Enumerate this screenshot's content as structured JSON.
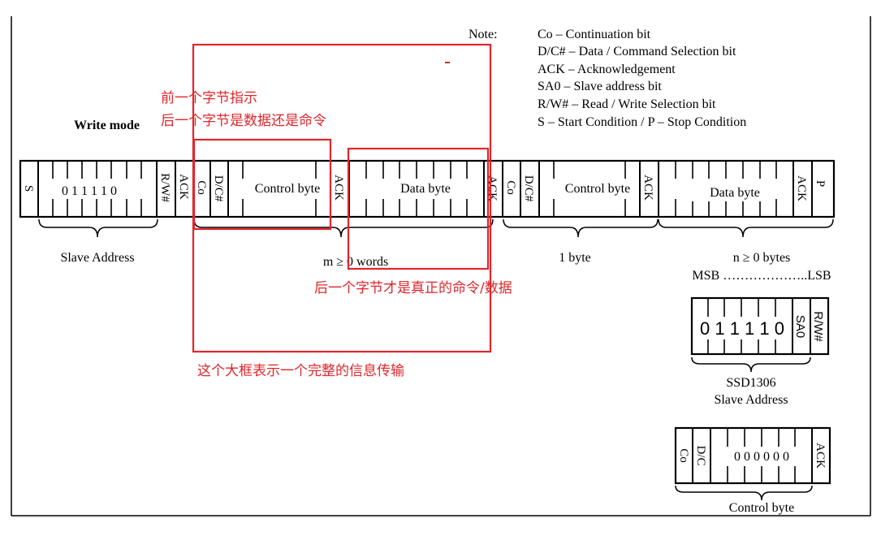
{
  "notes": {
    "heading": "Note:",
    "lines": [
      "Co – Continuation bit",
      "D/C# – Data / Command Selection bit",
      "ACK – Acknowledgement",
      "SA0 – Slave address bit",
      "R/W# – Read / Write Selection bit",
      "S – Start Condition / P – Stop Condition"
    ]
  },
  "write_mode": "Write mode",
  "frame": {
    "start": "S",
    "slave_bits": "0 1 1 1 1 0",
    "rw": "R/W#",
    "ack": "ACK",
    "co": "Co",
    "dc": "D/C#",
    "control_byte": "Control byte",
    "data_byte": "Data byte",
    "stop": "P"
  },
  "braces": {
    "slave_address": "Slave Address",
    "m_words": "m ≥ 0 words",
    "one_byte": "1 byte",
    "n_bytes": "n  ≥  0 bytes",
    "msb_lsb": "MSB ………………..LSB"
  },
  "ssd_address": {
    "bits": "0 1 1 1 1 0",
    "sa0": "SA0",
    "rw": "R/W#",
    "title": "SSD1306",
    "subtitle": "Slave Address"
  },
  "control_detail": {
    "co": "Co",
    "dc": "D/C",
    "bits": "0 0 0 0 0 0",
    "ack": "ACK",
    "caption": "Control byte"
  },
  "annotations": {
    "prev_byte_1": "前一个字节指示",
    "prev_byte_2": "后一个字节是数据还是命令",
    "next_byte": "后一个字节才是真正的命令/数据",
    "big_box": "这个大框表示一个完整的信息传输"
  },
  "colors": {
    "annotation": "#e0262b",
    "ink": "#000000"
  }
}
